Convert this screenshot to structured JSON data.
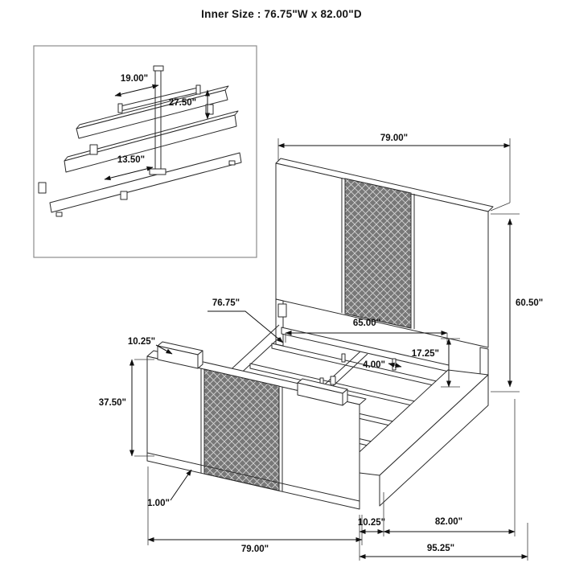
{
  "title": "Inner Size : 76.75\"W x 82.00\"D",
  "inset": {
    "dim_19": "19.00\"",
    "dim_27_5": "27.50\"",
    "dim_13_5": "13.50\""
  },
  "main": {
    "width_top": "79.00\"",
    "height_right": "60.50\"",
    "inner_width_label": "76.75\"",
    "inner_width": "65.00\"",
    "rail_height": "17.25\"",
    "slat_width": "4.00\"",
    "footboard_top": "10.25\"",
    "footboard_height": "37.50\"",
    "base_height": "1.00\"",
    "footboard_depth": "10.25\"",
    "inner_depth": "82.00\"",
    "width_bottom": "79.00\"",
    "total_depth": "95.25\""
  }
}
